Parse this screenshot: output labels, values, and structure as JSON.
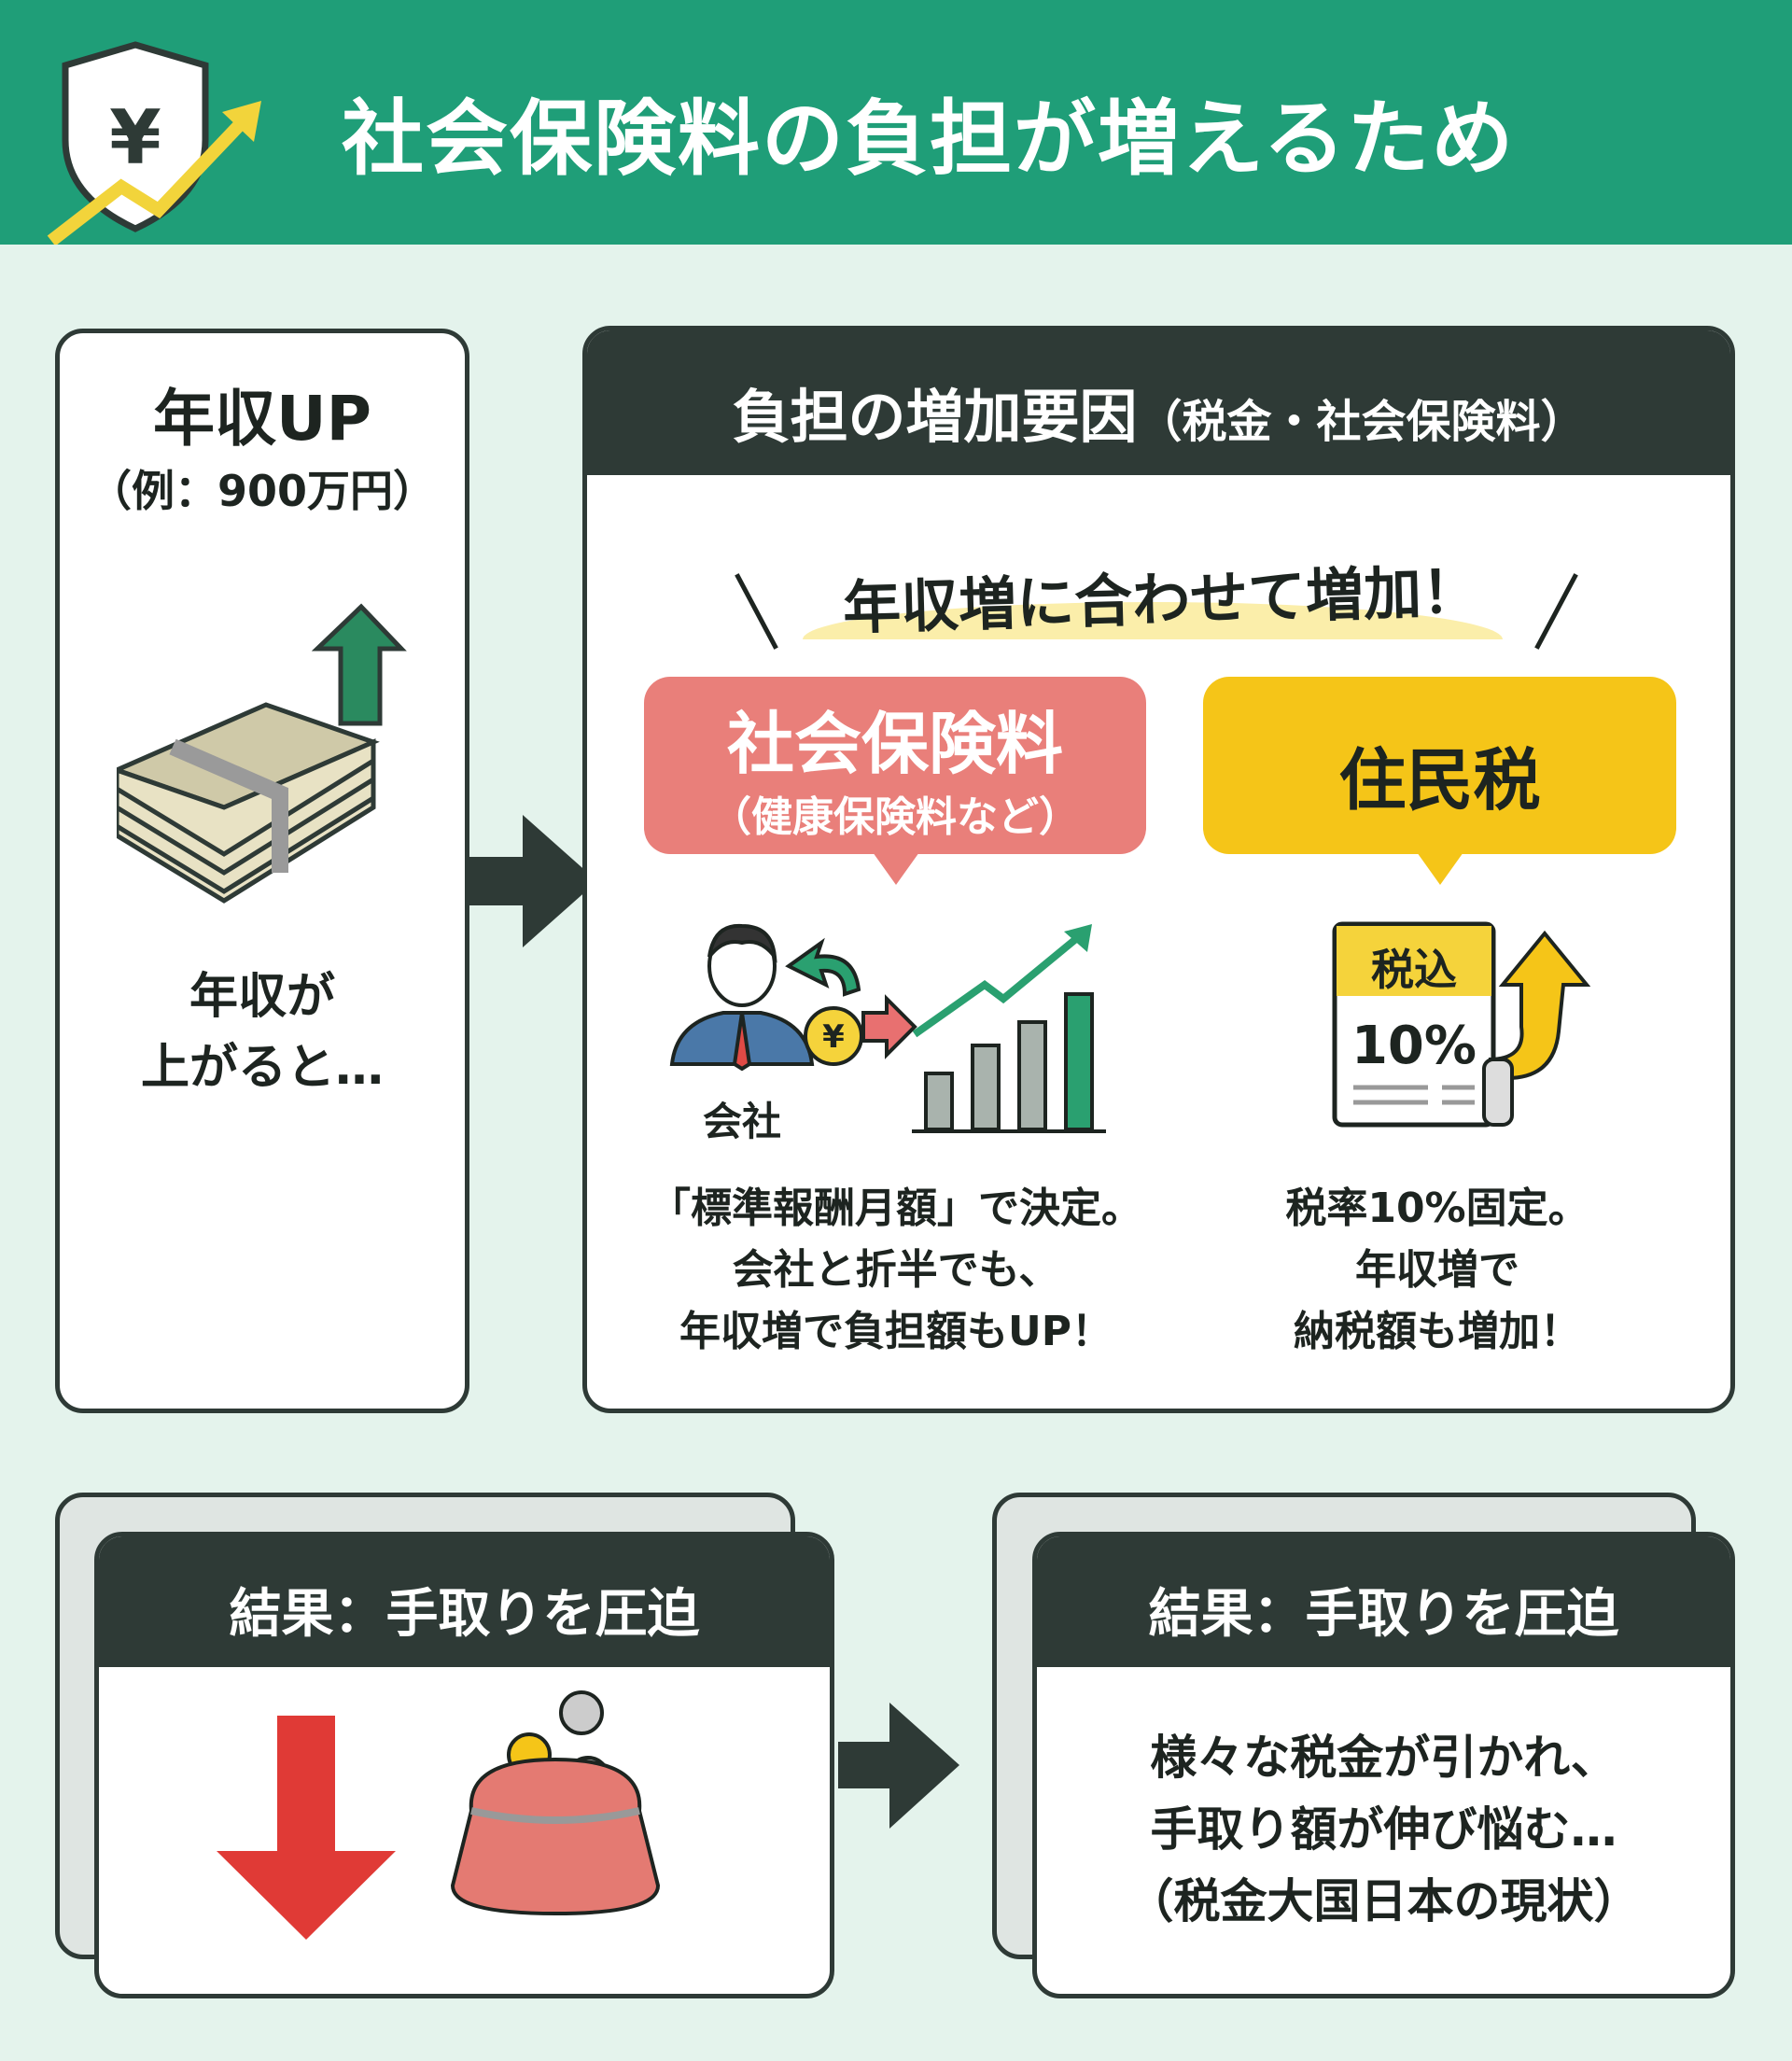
{
  "header": {
    "title": "社会保険料の負担が増えるため",
    "icon": "shield-yen-rising-arrow-icon"
  },
  "income_box": {
    "title": "年収UP",
    "example": "（例：900万円）",
    "caption_line1": "年収が",
    "caption_line2": "上がると…",
    "icon": "money-stack-up-arrow-icon"
  },
  "factors_box": {
    "title": "負担の増加要因",
    "title_sub": "（税金・社会保険料）",
    "banner": "年収増に合わせて増加！",
    "social": {
      "label": "社会保険料",
      "sub": "（健康保険料など）",
      "company_label": "会社",
      "lines": [
        "「標準報酬月額」で決定。",
        "会社と折半でも、",
        "年収増で負担額もUP！"
      ],
      "color": "#e97f7a"
    },
    "resident": {
      "label": "住民税",
      "doc_header": "税込",
      "doc_rate": "10%",
      "lines": [
        "税率10%固定。",
        "年収増で",
        "納税額も増加！"
      ],
      "color": "#f5c518"
    }
  },
  "result_left": {
    "title": "結果：手取りを圧迫",
    "icons": [
      "down-arrow-icon",
      "purse-icon"
    ]
  },
  "result_right": {
    "title": "結果：手取りを圧迫",
    "lines": [
      "様々な税金が引かれ、",
      "手取り額が伸び悩む…",
      "（税金大国日本の現状）"
    ]
  },
  "colors": {
    "header": "#1f9e78",
    "dark": "#2e3a36",
    "background": "#e4f3ec",
    "red": "#e03a36"
  }
}
